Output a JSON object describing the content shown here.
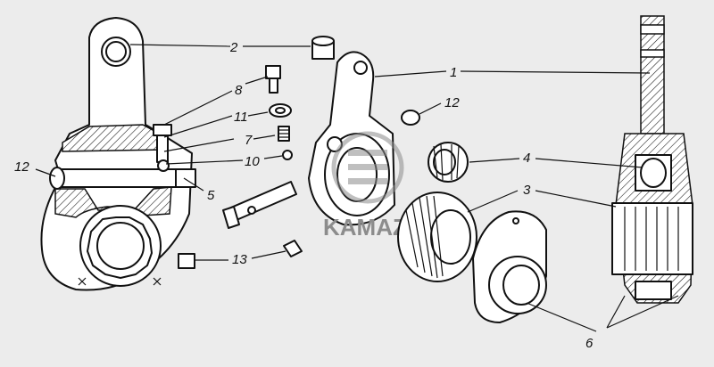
{
  "diagram": {
    "callouts": [
      {
        "id": "c2",
        "text": "2"
      },
      {
        "id": "c1",
        "text": "1"
      },
      {
        "id": "c8",
        "text": "8"
      },
      {
        "id": "c12a",
        "text": "12"
      },
      {
        "id": "c11",
        "text": "11"
      },
      {
        "id": "c7",
        "text": "7"
      },
      {
        "id": "c12b",
        "text": "12"
      },
      {
        "id": "c10",
        "text": "10"
      },
      {
        "id": "c4",
        "text": "4"
      },
      {
        "id": "c3",
        "text": "3"
      },
      {
        "id": "c5",
        "text": "5"
      },
      {
        "id": "c13",
        "text": "13"
      },
      {
        "id": "c6",
        "text": "6"
      }
    ],
    "watermark": "KAMAZ",
    "colors": {
      "background": "#ececec",
      "line": "#111111",
      "watermark": "#8c8c8c"
    }
  }
}
